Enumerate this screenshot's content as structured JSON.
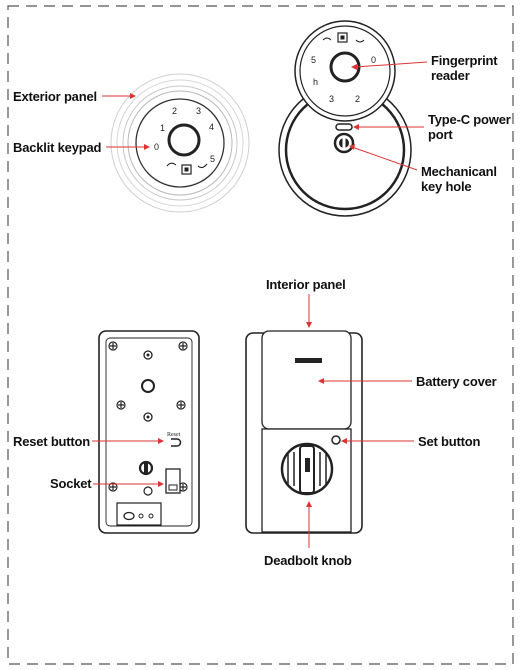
{
  "labels": {
    "exterior_panel": "Exterior panel",
    "backlit_keypad": "Backlit keypad",
    "fingerprint_reader_1": "Fingerprint",
    "fingerprint_reader_2": "reader",
    "typec_1": "Type-C power",
    "typec_2": "port",
    "keyhole_1": "Mechanicanl",
    "keyhole_2": "key hole",
    "interior_panel": "Interior panel",
    "battery_cover": "Battery cover",
    "reset_button": "Reset button",
    "set_button": "Set button",
    "socket": "Socket",
    "deadbolt_knob": "Deadbolt knob",
    "reset_engraving": "Reset"
  },
  "keypad_front": {
    "digits": [
      "1",
      "2",
      "3",
      "4",
      "5",
      "0"
    ]
  },
  "keypad_side": {
    "digits": [
      "5",
      "0",
      "h",
      "3",
      "2"
    ]
  }
}
